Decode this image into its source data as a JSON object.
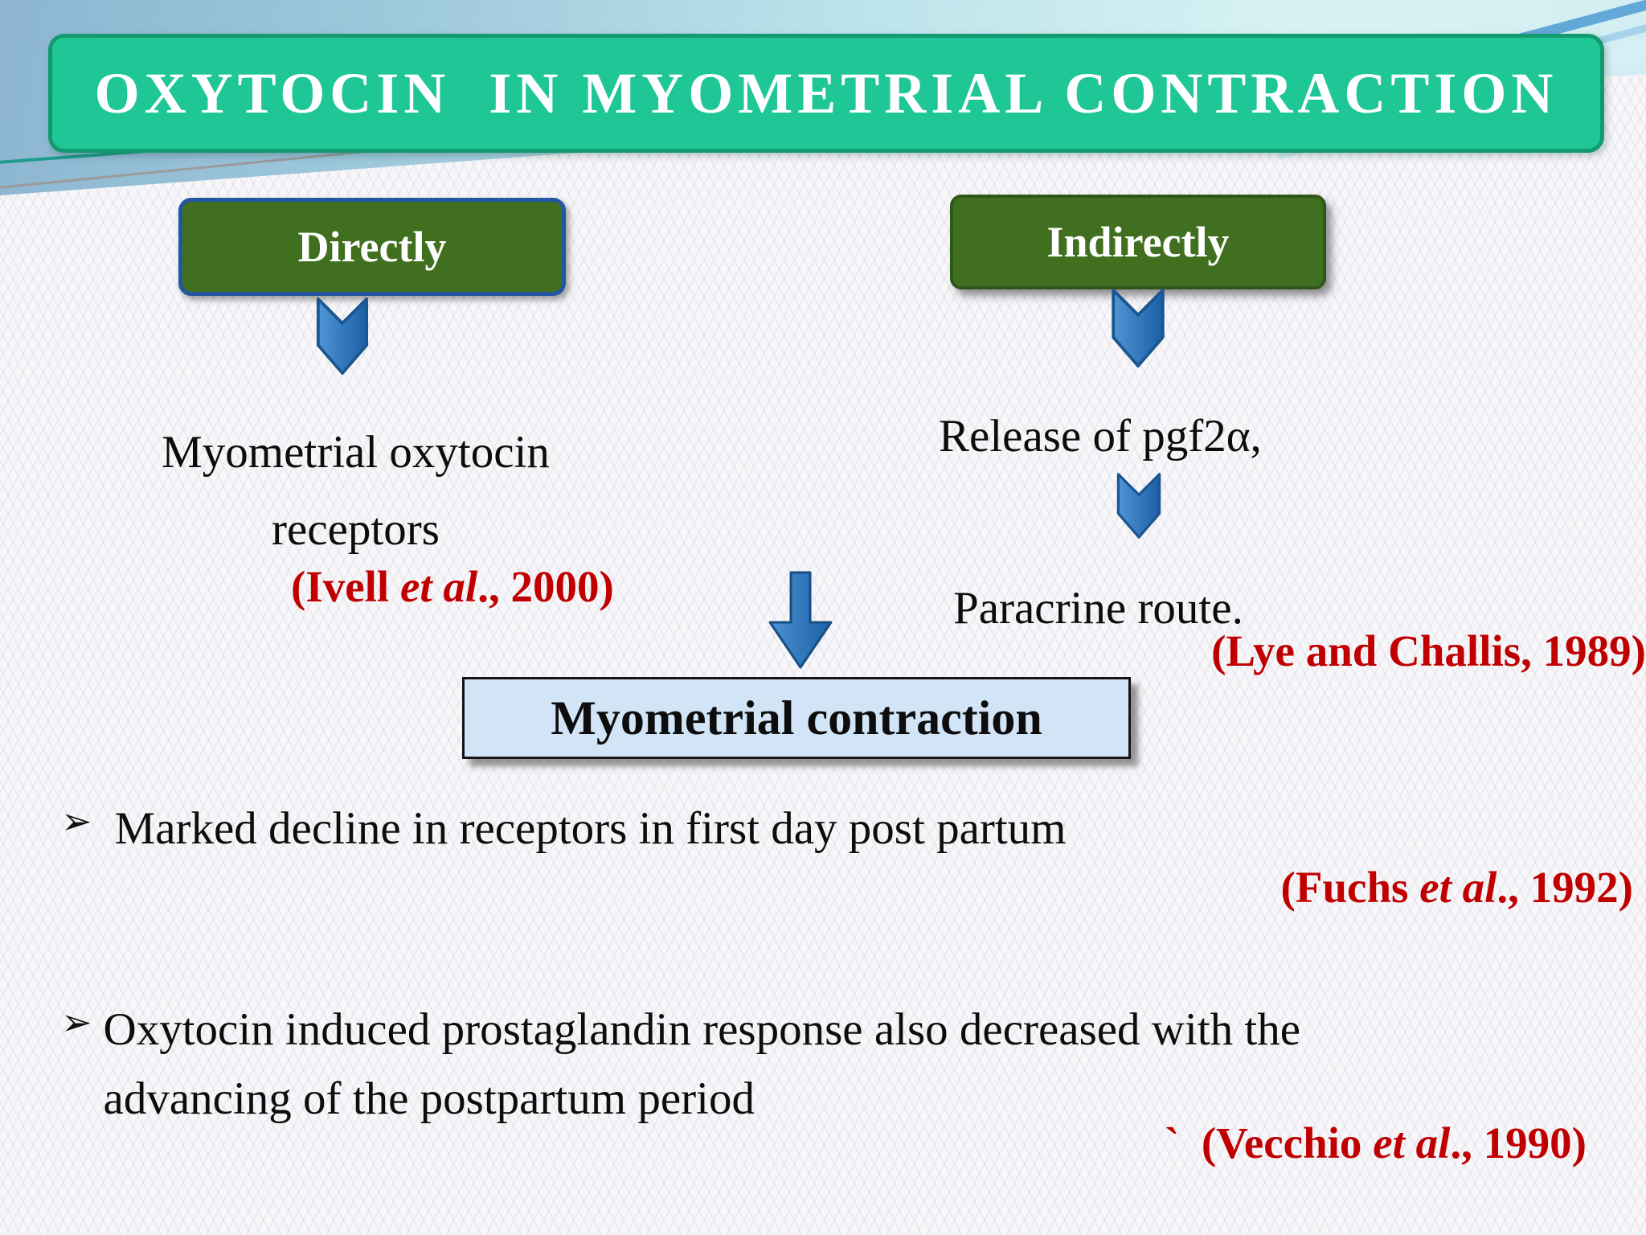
{
  "slide": {
    "title": "OXYTOCIN  IN MYOMETRIAL CONTRACTION",
    "direct_branch": {
      "label": "Directly",
      "result": "Myometrial oxytocin\nreceptors",
      "citation": {
        "pre": "(Ivell ",
        "italic": "et al",
        "post": "., 2000)"
      }
    },
    "indirect_branch": {
      "label": "Indirectly",
      "step1": "Release of pgf2α,",
      "step2": "Paracrine route.",
      "citation": "(Lye and Challis, 1989)"
    },
    "outcome": {
      "label": "Myometrial contraction"
    },
    "bullets": [
      {
        "marker": "➢",
        "text": "Marked decline in receptors in first day post partum",
        "citation": {
          "pre": "(Fuchs ",
          "italic": "et al",
          "post": "., 1992)"
        }
      },
      {
        "marker": "➢",
        "text": "Oxytocin induced prostaglandin response also decreased with the\nadvancing of the postpartum period",
        "citation": {
          "pre": "`  (Vecchio ",
          "italic": "et al",
          "post": "., 1990)"
        }
      }
    ]
  },
  "colors": {
    "title_fill": "#1ec795",
    "title_border": "#149a71",
    "branch_fill": "#40701f",
    "direct_border": "#2456a0",
    "arrow_blue": "#2a72ba",
    "outcome_fill": "#d2e5f7",
    "citation_red": "#c00000"
  }
}
